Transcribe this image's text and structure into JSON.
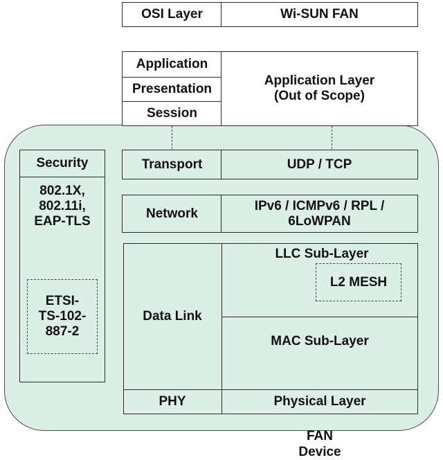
{
  "header": {
    "osi_label": "OSI Layer",
    "wisun_label": "Wi-SUN FAN"
  },
  "upper_layers": {
    "application": "Application",
    "presentation": "Presentation",
    "session": "Session",
    "app_layer": "Application Layer\n(Out of Scope)"
  },
  "security": {
    "title": "Security",
    "protocols": "802.1X,\n802.11i,\nEAP-TLS",
    "standard": "ETSI-\nTS-102-\n887-2"
  },
  "layers": {
    "transport": {
      "osi": "Transport",
      "wisun": "UDP / TCP"
    },
    "network": {
      "osi": "Network",
      "wisun": "IPv6 / ICMPv6 / RPL /\n6LoWPAN"
    },
    "datalink": {
      "osi": "Data Link",
      "llc": "LLC Sub-Layer",
      "mesh": "L2 MESH",
      "mac": "MAC Sub-Layer"
    },
    "phy": {
      "osi": "PHY",
      "wisun": "Physical Layer"
    }
  },
  "device_label": "FAN\nDevice",
  "colors": {
    "device_fill": "#dcefe6",
    "border": "#2a2a2a"
  }
}
